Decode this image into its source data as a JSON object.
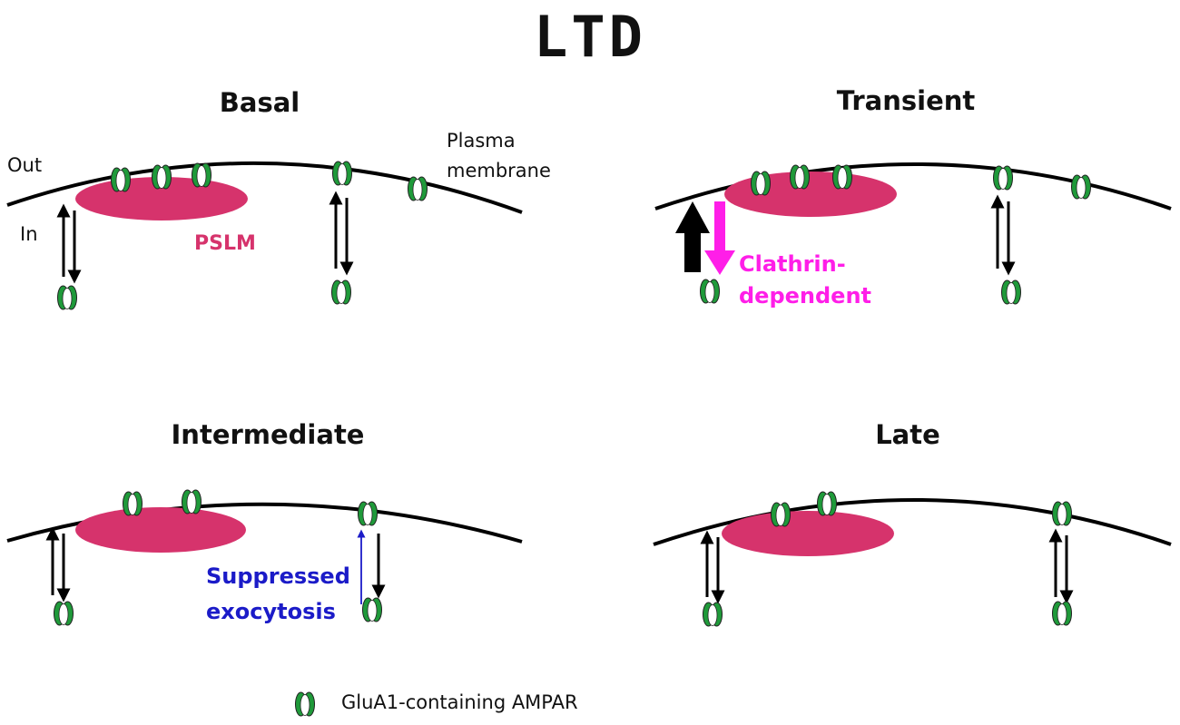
{
  "title": "LTD",
  "panels": {
    "basal": {
      "title": "Basal",
      "out_label": "Out",
      "in_label": "In",
      "pslm_label": "PSLM",
      "membrane_label_1": "Plasma",
      "membrane_label_2": "membrane"
    },
    "transient": {
      "title": "Transient",
      "annotation_1": "Clathrin-",
      "annotation_2": "dependent"
    },
    "intermediate": {
      "title": "Intermediate",
      "annotation_1": "Suppressed",
      "annotation_2": "exocytosis"
    },
    "late": {
      "title": "Late"
    }
  },
  "legend": {
    "label": "GluA1-containing AMPAR",
    "icon": "ampar-receptor-icon"
  },
  "colors": {
    "pslm": "#d6336c",
    "receptor": "#1f9a3a",
    "clathrin": "#ff1ee8",
    "suppressed": "#1b1bc8",
    "membrane": "#000000"
  }
}
